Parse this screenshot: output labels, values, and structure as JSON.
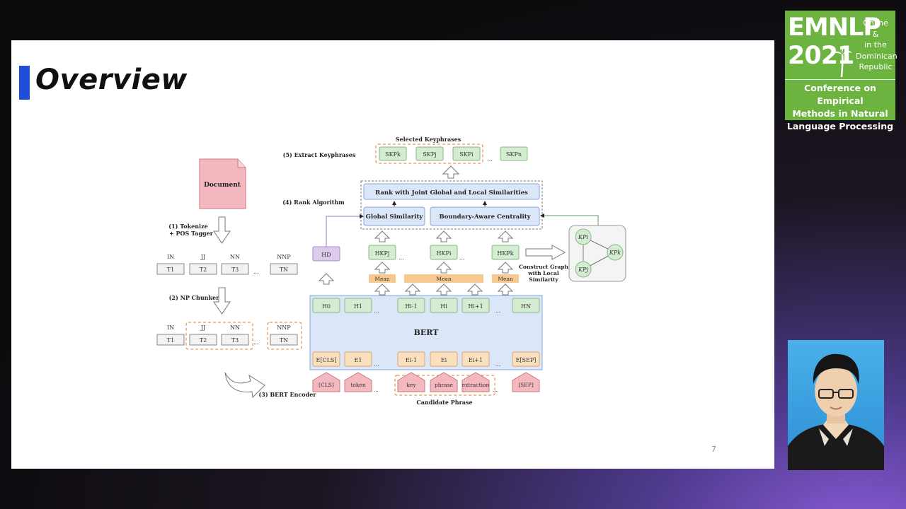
{
  "slide": {
    "title": "Overview",
    "page_number": "7"
  },
  "logo": {
    "main_line1": "EMNLP",
    "main_line2": "2021",
    "side_lines": [
      "Online",
      "&",
      "in the",
      "Dominican",
      "Republic"
    ],
    "sub_lines": [
      "Conference on Empirical",
      "Methods in Natural",
      "Language Processing"
    ]
  },
  "diagram": {
    "left": {
      "document": "Document",
      "step1": [
        "(1) Tokenize",
        "+ POS Tagger"
      ],
      "step2": "(2) NP Chunker",
      "step3": "(3) BERT Encoder",
      "pos_tags": [
        "IN",
        "JJ",
        "NN",
        "NNP"
      ],
      "tokens": [
        "T1",
        "T2",
        "T3",
        "TN"
      ],
      "ellipsis": "..."
    },
    "steps": {
      "step4": "(4) Rank Algorithm",
      "step5": "(5) Extract Keyphrases"
    },
    "selected_keyphrases": "Selected Keyphrases",
    "score_boxes": [
      "SKPk",
      "SKPj",
      "SKPi",
      "SKPn"
    ],
    "rank_box": "Rank with Joint Global and Local Similarities",
    "global_similarity": "Global Similarity",
    "boundary_centrality": "Boundary-Aware Centrality",
    "hd": "HD",
    "kp_embeddings": [
      "HKPj",
      "HKPi",
      "HKPk"
    ],
    "mean": "Mean",
    "bert": "BERT",
    "hidden_states": [
      "H0",
      "H1",
      "Hi-1",
      "Hi",
      "Hi+1",
      "HN"
    ],
    "embeddings": [
      "E[CLS]",
      "E1",
      "Ei-1",
      "Ei",
      "Ei+1",
      "E[SEP]"
    ],
    "input_tokens": [
      "[CLS]",
      "token",
      "key",
      "phrase",
      "extraction",
      "[SEP]"
    ],
    "candidate_phrase": "Candidate Phrase",
    "construct_graph": [
      "Construct Graph",
      "with Local",
      "Similarity"
    ],
    "graph_nodes": [
      "KPi",
      "KPk",
      "KPj"
    ]
  },
  "colors": {
    "accent_bar": "#1f4fd8",
    "document_pink": "#f4b8c0",
    "bert_blue": "#dbe7f8",
    "hidden_green": "#d4ecd2",
    "embed_orange": "#fbe0c0",
    "mean_orange": "#f8c891",
    "hd_purple": "#dccbea",
    "logo_green": "#6db33f"
  }
}
